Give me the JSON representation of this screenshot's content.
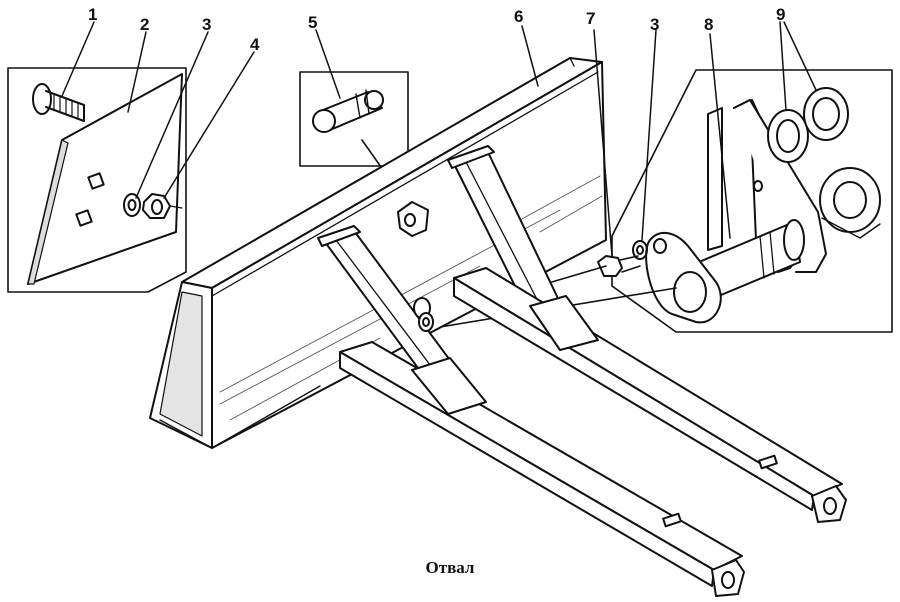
{
  "caption": "Отвал",
  "labels": {
    "l1": "1",
    "l2": "2",
    "l3a": "3",
    "l4": "4",
    "l5": "5",
    "l6": "6",
    "l7": "7",
    "l3b": "3",
    "l8": "8",
    "l9": "9"
  },
  "colors": {
    "ink": "#111111",
    "paper": "#ffffff"
  }
}
